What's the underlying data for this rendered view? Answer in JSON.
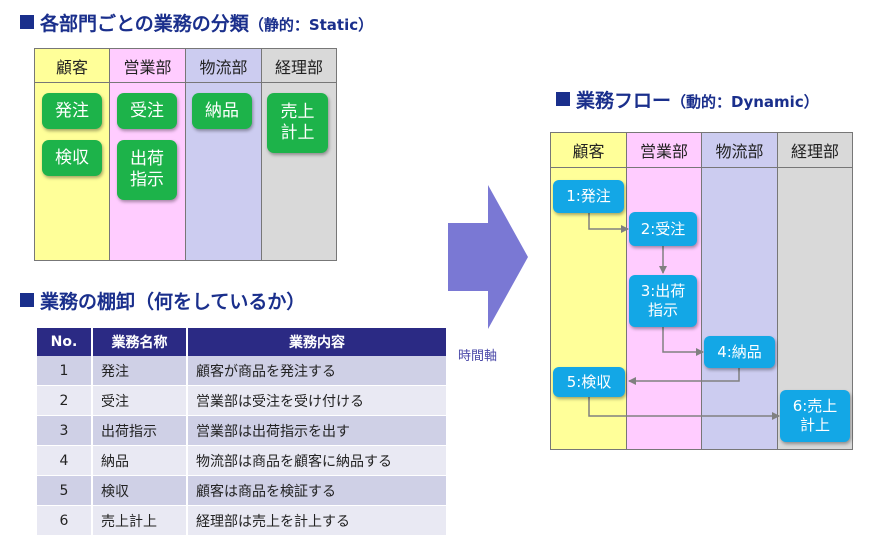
{
  "static_section": {
    "title": "各部門ごとの業務の分類",
    "subtitle": "（静的：Static）",
    "departments": [
      "顧客",
      "営業部",
      "物流部",
      "経理部"
    ],
    "tasks": {
      "customer": [
        "発注",
        "検収"
      ],
      "sales": [
        "受注",
        "出荷\n指示"
      ],
      "logistics": [
        "納品"
      ],
      "accounting": [
        "売上\n計上"
      ]
    }
  },
  "inventory_section": {
    "title": "業務の棚卸（何をしているか）",
    "columns": [
      "No.",
      "業務名称",
      "業務内容"
    ],
    "rows": [
      {
        "no": "1",
        "name": "発注",
        "desc": "顧客が商品を発注する"
      },
      {
        "no": "2",
        "name": "受注",
        "desc": "営業部は受注を受け付ける"
      },
      {
        "no": "3",
        "name": "出荷指示",
        "desc": "営業部は出荷指示を出す"
      },
      {
        "no": "4",
        "name": "納品",
        "desc": "物流部は商品を顧客に納品する"
      },
      {
        "no": "5",
        "name": "検収",
        "desc": "顧客は商品を検証する"
      },
      {
        "no": "6",
        "name": "売上計上",
        "desc": "経理部は売上を計上する"
      }
    ]
  },
  "flow_section": {
    "title": "業務フロー",
    "subtitle": "（動的：Dynamic）",
    "departments": [
      "顧客",
      "営業部",
      "物流部",
      "経理部"
    ],
    "steps": [
      "1:発注",
      "2:受注",
      "3:出荷\n指示",
      "4:納品",
      "5:検収",
      "6:売上\n計上"
    ]
  },
  "axis_label": "時間軸",
  "colors": {
    "heading": "#1a2f8c",
    "lane_customer": "#ffff99",
    "lane_sales": "#ffccff",
    "lane_logistics": "#ccccf0",
    "lane_accounting": "#d9d9d9",
    "task_green": "#1db34a",
    "step_blue": "#13a7e6",
    "table_header": "#2b2a84",
    "arrow": "#7a78d4"
  }
}
